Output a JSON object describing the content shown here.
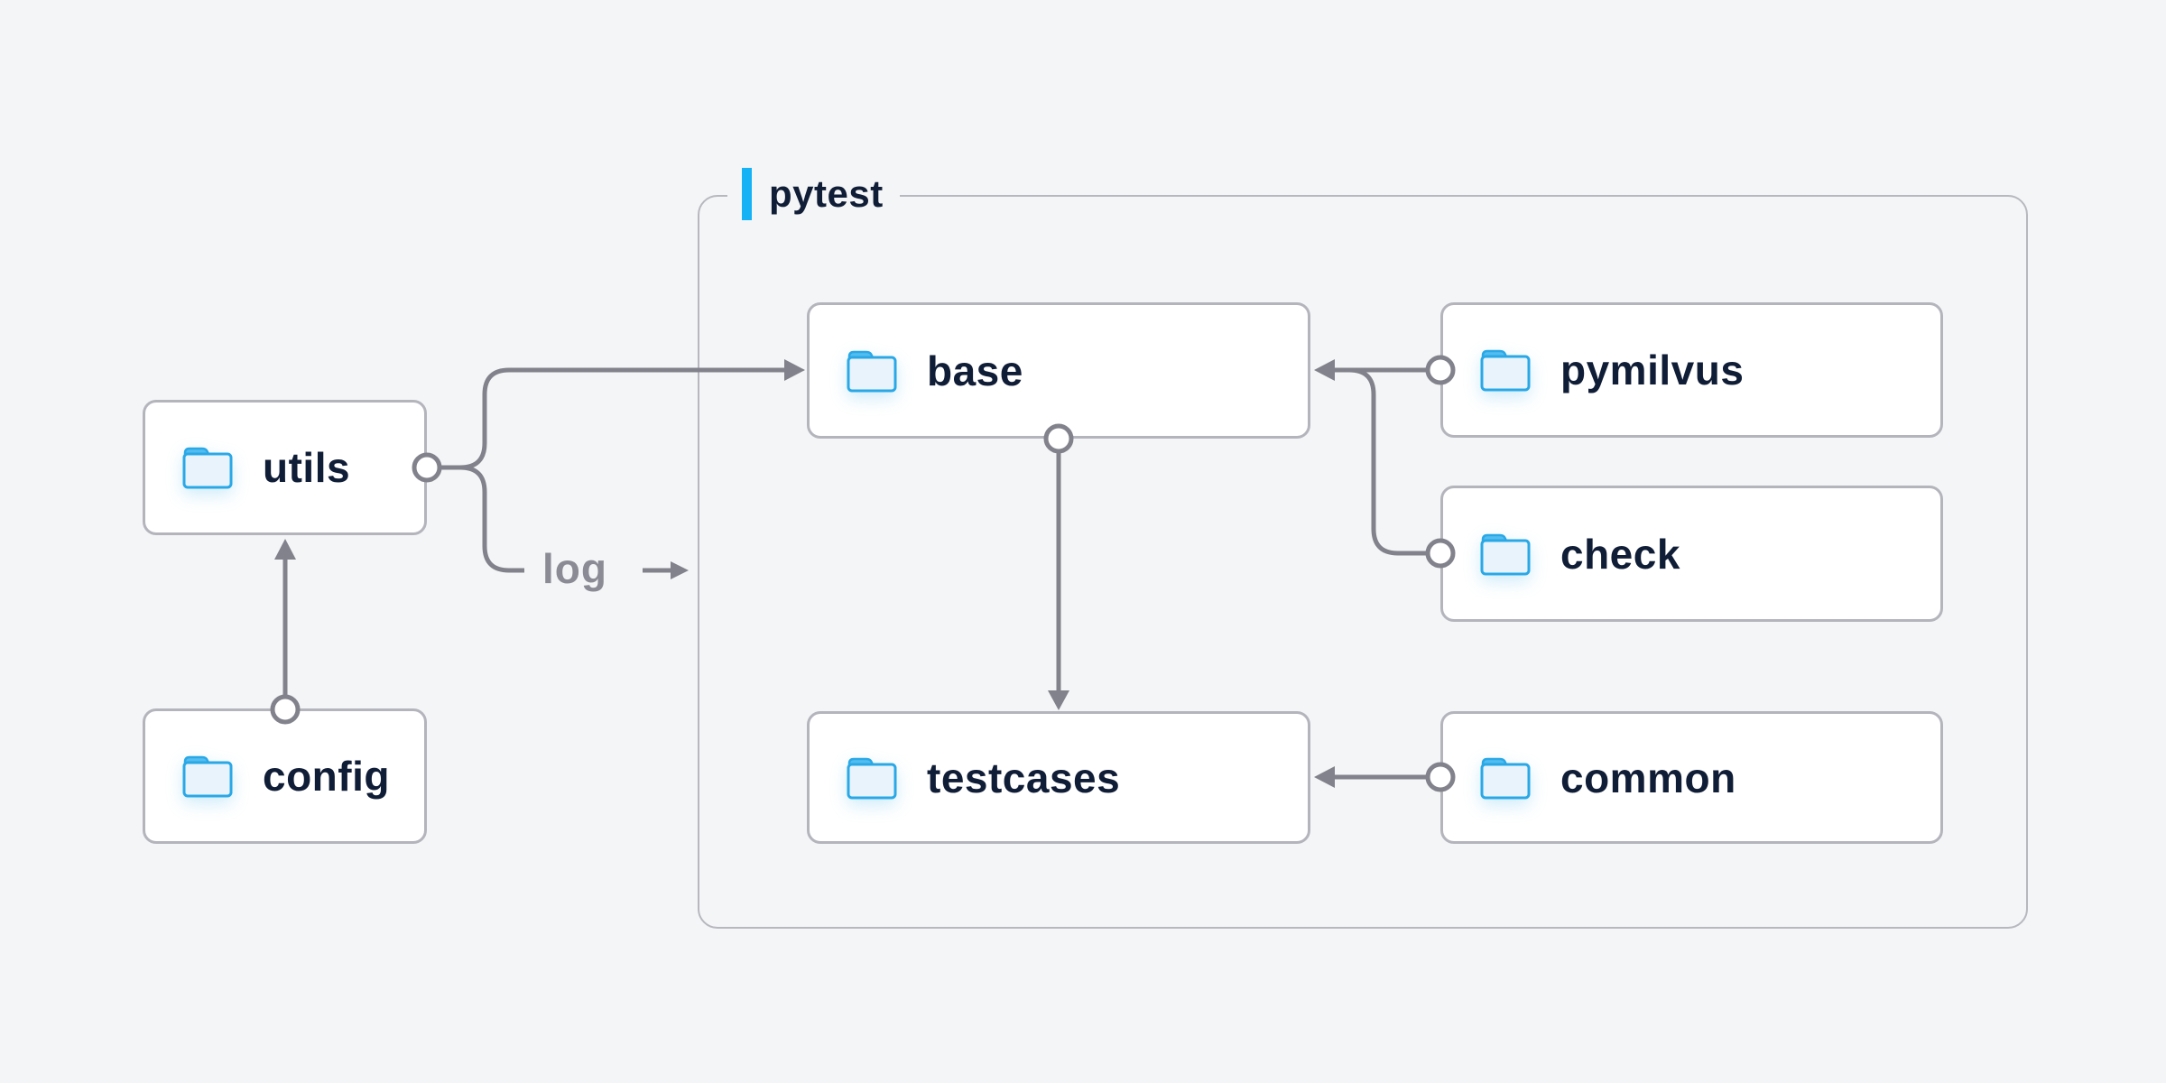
{
  "container": {
    "label": "pytest"
  },
  "nodes": {
    "utils": {
      "label": "utils"
    },
    "config": {
      "label": "config"
    },
    "base": {
      "label": "base"
    },
    "pymilvus": {
      "label": "pymilvus"
    },
    "check": {
      "label": "check"
    },
    "testcases": {
      "label": "testcases"
    },
    "common": {
      "label": "common"
    }
  },
  "edges": {
    "log_label": "log",
    "list": [
      {
        "from": "config",
        "to": "utils"
      },
      {
        "from": "utils",
        "to": "base"
      },
      {
        "from": "utils",
        "to": "log"
      },
      {
        "from": "pymilvus",
        "to": "base"
      },
      {
        "from": "check",
        "to": "base"
      },
      {
        "from": "base",
        "to": "testcases"
      },
      {
        "from": "common",
        "to": "testcases"
      }
    ]
  },
  "colors": {
    "background": "#f4f5f6",
    "node_fill": "#ffffff",
    "node_border": "#b4b4bd",
    "container_border": "#b7b7bf",
    "connector": "#82828c",
    "text": "#101d36",
    "edge_label_text": "#8b8b95",
    "accent_blue": "#15b2f5",
    "folder_blue": "#2aa8e6"
  },
  "icons": {
    "node_icon": "folder-icon",
    "source_marker": "circle-connector",
    "target_marker": "arrowhead"
  }
}
